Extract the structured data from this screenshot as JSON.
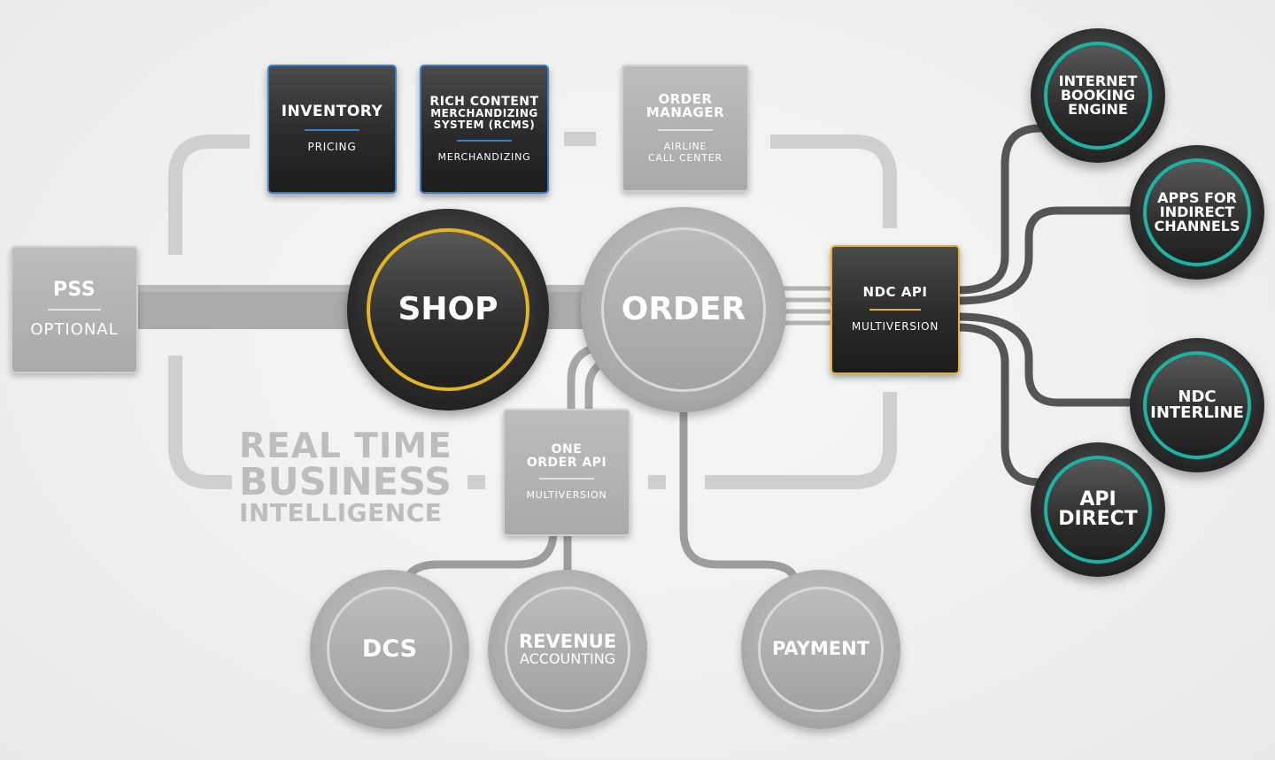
{
  "pss": {
    "title": "PSS",
    "subtitle": "OPTIONAL"
  },
  "inventory": {
    "title": "INVENTORY",
    "subtitle": "PRICING"
  },
  "rcms": {
    "title_lines": [
      "RICH CONTENT",
      "MERCHANDIZING",
      "SYSTEM (RCMS)"
    ],
    "subtitle": "MERCHANDIZING"
  },
  "order_manager": {
    "title_lines": [
      "ORDER",
      "MANAGER"
    ],
    "subtitle_lines": [
      "AIRLINE",
      "CALL CENTER"
    ]
  },
  "shop": {
    "label": "SHOP"
  },
  "order": {
    "label": "ORDER"
  },
  "ndc_api": {
    "title": "NDC API",
    "subtitle": "MULTIVERSION"
  },
  "one_order_api": {
    "title_lines": [
      "ONE",
      "ORDER API"
    ],
    "subtitle": "MULTIVERSION"
  },
  "rtbi": {
    "lines": [
      "REAL TIME",
      "BUSINESS",
      "INTELLIGENCE"
    ]
  },
  "channels": {
    "ibe": [
      "INTERNET",
      "BOOKING",
      "ENGINE"
    ],
    "apps": [
      "APPS FOR",
      "INDIRECT",
      "CHANNELS"
    ],
    "ndc_interline": [
      "NDC",
      "INTERLINE"
    ],
    "api_direct": [
      "API",
      "DIRECT"
    ]
  },
  "dcs": {
    "label": "DCS"
  },
  "revenue_accounting": {
    "title": "REVENUE",
    "subtitle": "ACCOUNTING"
  },
  "payment": {
    "label": "PAYMENT"
  },
  "colors": {
    "gold": "#e3b424",
    "blue": "#3a7ec9",
    "teal": "#1cb3a2",
    "dark": "#2a2a2a",
    "gray": "#aaaaaa"
  }
}
